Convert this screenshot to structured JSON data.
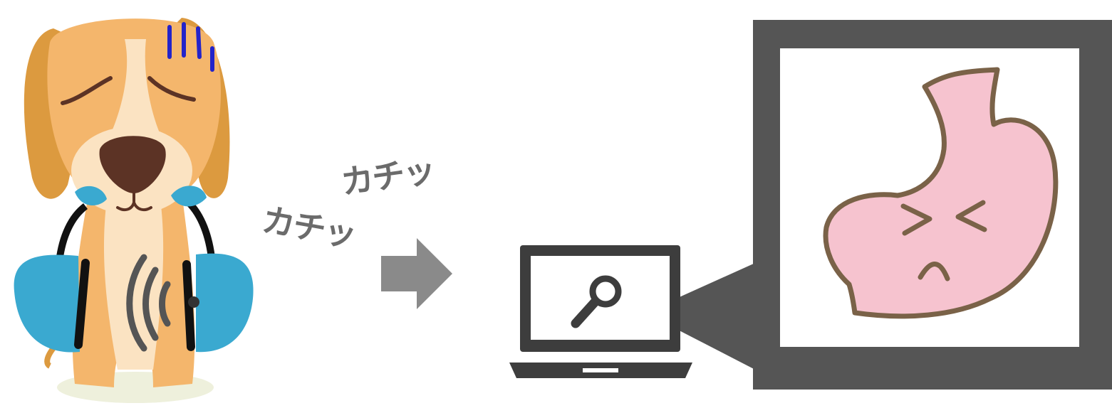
{
  "sound_effects": [
    "カチッ",
    "カチッ"
  ],
  "colors": {
    "dog_fur": "#f4b66c",
    "dog_ear": "#dc9a3f",
    "dog_muzzle": "#fbe3c2",
    "dog_nose": "#5c3325",
    "sweat_lines": "#2323c9",
    "device_blue": "#3aa9d0",
    "device_strap": "#111111",
    "arrow": "#8a8a8a",
    "laptop": "#3d3d3d",
    "monitor_frame": "#555555",
    "stomach_fill": "#f6c3cf",
    "stomach_outline": "#7a6248"
  },
  "icons": [
    "sad-dog-illustration",
    "wearable-sensor-vest-icon",
    "wireless-signal-icon",
    "arrow-right-icon",
    "laptop-icon",
    "magnifier-icon",
    "monitor-frame",
    "upset-stomach-illustration"
  ]
}
